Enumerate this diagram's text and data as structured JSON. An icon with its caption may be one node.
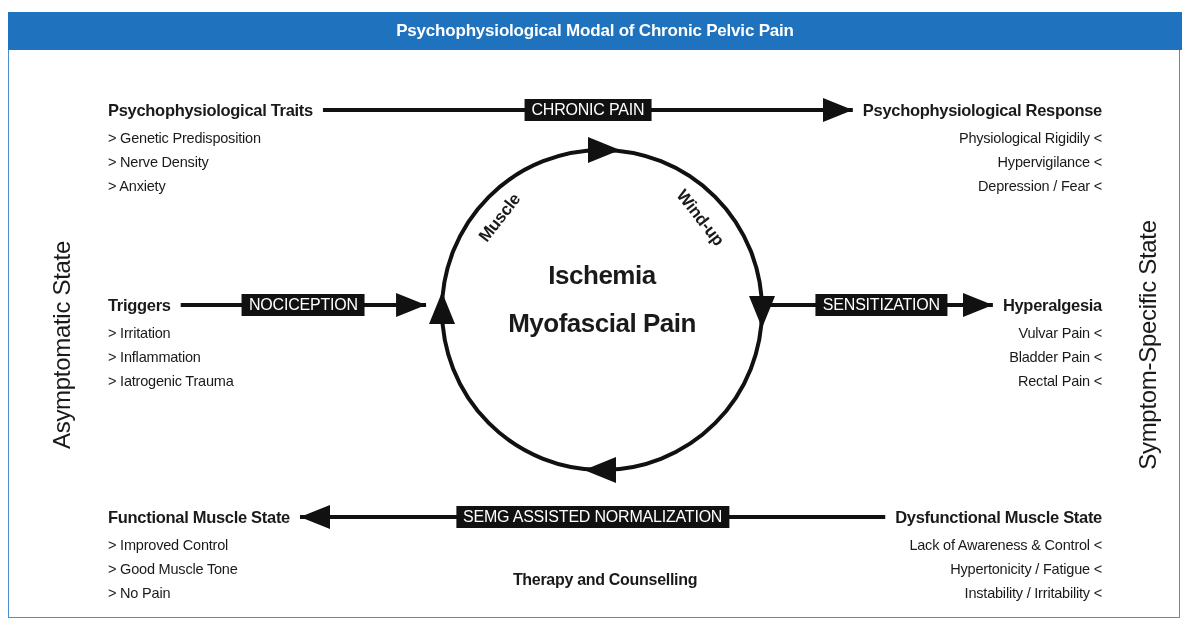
{
  "diagram": {
    "title": "Psychophysiological Modal of Chronic Pelvic Pain",
    "nodes": [
      {
        "text": [
          "Psychophysiological Traits",
          "> Genetic Predisposition",
          "> Nerve Density",
          "> Anxiety"
        ]
      },
      {
        "text": [
          "Psychophysiological Response",
          "Physiological Rigidily <",
          "Hypervigilance <",
          "Depression / Fear <"
        ]
      },
      {
        "text": [
          "Triggers",
          "> Irritation",
          "> Inflammation",
          "> Iatrogenic Trauma"
        ]
      },
      {
        "text": [
          "Ischemia",
          "Myofascial Pain"
        ]
      },
      {
        "text": [
          "Hyperalgesia",
          "Vulvar Pain <",
          "Bladder Pain <",
          "Rectal Pain <"
        ]
      },
      {
        "text": [
          "Functional Muscle State",
          "> Improved Control",
          "> Good Muscle Tone",
          "> No Pain"
        ]
      },
      {
        "text": [
          "Dysfunctional Muscle State",
          "Lack of Awareness & Control <",
          "Hypertonicity / Fatigue <",
          "Instability / Irritability <"
        ]
      }
    ],
    "edges": [
      {
        "from": 0,
        "to": 1,
        "arrow": "to",
        "label": "CHRONIC PAIN"
      },
      {
        "from": 2,
        "to": 3,
        "arrow": "to",
        "label": "NOCICEPTION"
      },
      {
        "from": 3,
        "to": 4,
        "arrow": "to",
        "label": "SENSITIZATION"
      },
      {
        "from": 6,
        "to": 5,
        "arrow": "to",
        "label": "SEMG ASSISTED NORMALIZATION"
      }
    ],
    "labels": [
      "Muscle",
      "Wind-up",
      "Asymptomatic State",
      "Symptom-Specific State",
      "Therapy and Counselling"
    ]
  }
}
